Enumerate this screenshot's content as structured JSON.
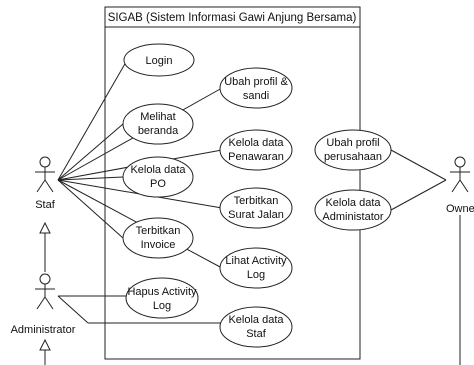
{
  "system": {
    "title": "SIGAB (Sistem Informasi Gawi Anjung Bersama)"
  },
  "actors": {
    "staf": "Staf",
    "administrator": "Administrator",
    "owner": "Owne"
  },
  "use_cases": {
    "login": [
      "Login"
    ],
    "ubah_profil_sandi": [
      "Ubah profil &",
      "sandi"
    ],
    "melihat_beranda": [
      "Melihat",
      "beranda"
    ],
    "kelola_penawaran": [
      "Kelola data",
      "Penawaran"
    ],
    "kelola_po": [
      "Kelola data",
      "PO"
    ],
    "terbitkan_surat_jalan": [
      "Terbitkan",
      "Surat Jalan"
    ],
    "terbitkan_invoice": [
      "Terbitkan",
      "Invoice"
    ],
    "lihat_activity_log": [
      "Lihat Activity",
      "Log"
    ],
    "hapus_activity_log": [
      "Hapus Activity",
      "Log"
    ],
    "kelola_staf": [
      "Kelola data",
      "Staf"
    ],
    "ubah_profil_perusahaan": [
      "Ubah profil",
      "perusahaan"
    ],
    "kelola_administator": [
      "Kelola data",
      "Administator"
    ]
  }
}
